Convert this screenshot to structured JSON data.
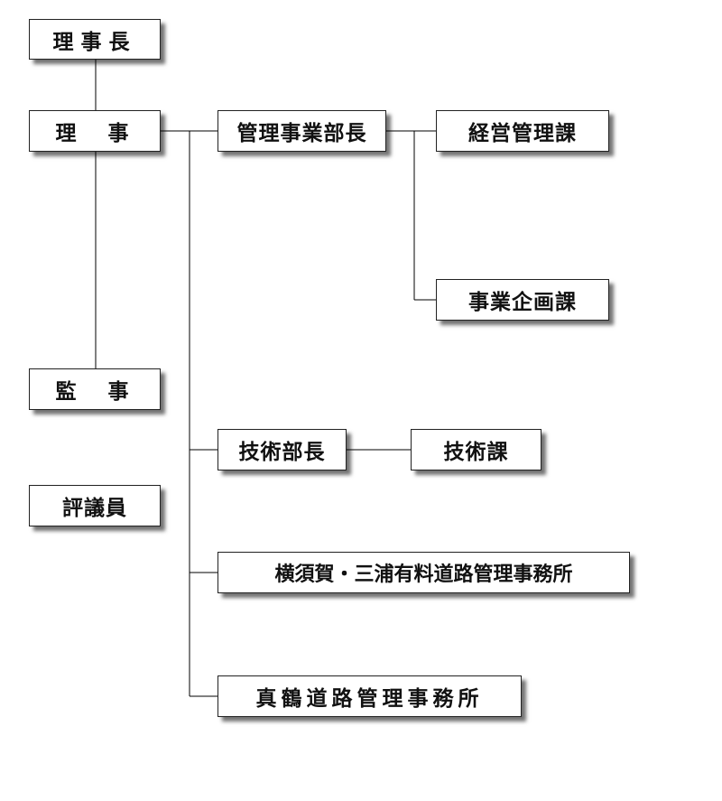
{
  "org": {
    "chairman": "理事長",
    "director": "理　事",
    "auditor": "監　事",
    "councilors": "評議員",
    "admin_dept_head": "管理事業部長",
    "management_section": "経営管理課",
    "planning_section": "事業企画課",
    "tech_dept_head": "技術部長",
    "tech_section": "技術課",
    "yokosuka_office": "横須賀・三浦有料道路管理事務所",
    "manazuru_office": "真鶴道路管理事務所"
  }
}
